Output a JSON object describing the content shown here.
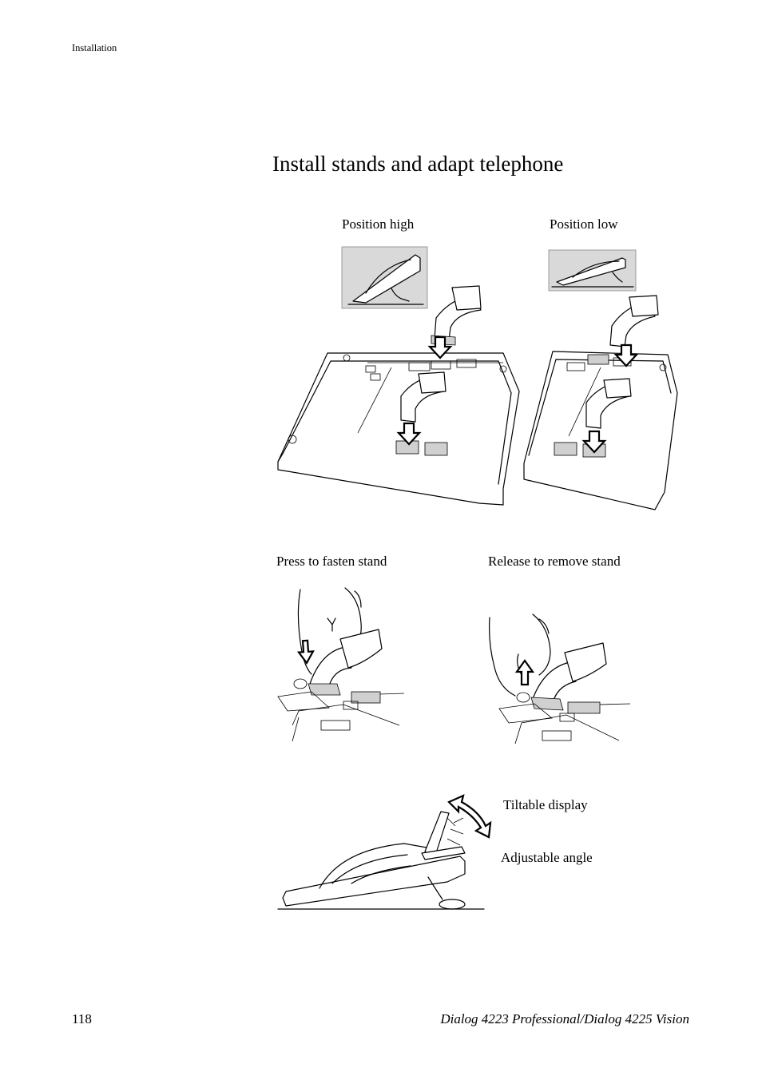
{
  "header": {
    "section": "Installation"
  },
  "title": "Install stands and adapt telephone",
  "figures": {
    "position_high": "Position high",
    "position_low": "Position low",
    "press_to_fasten": "Press to fasten stand",
    "release_to_remove": "Release to remove stand",
    "tiltable_display": "Tiltable display",
    "adjustable_angle": "Adjustable angle"
  },
  "footer": {
    "page_number": "118",
    "product": "Dialog 4223 Professional/Dialog 4225 Vision"
  }
}
